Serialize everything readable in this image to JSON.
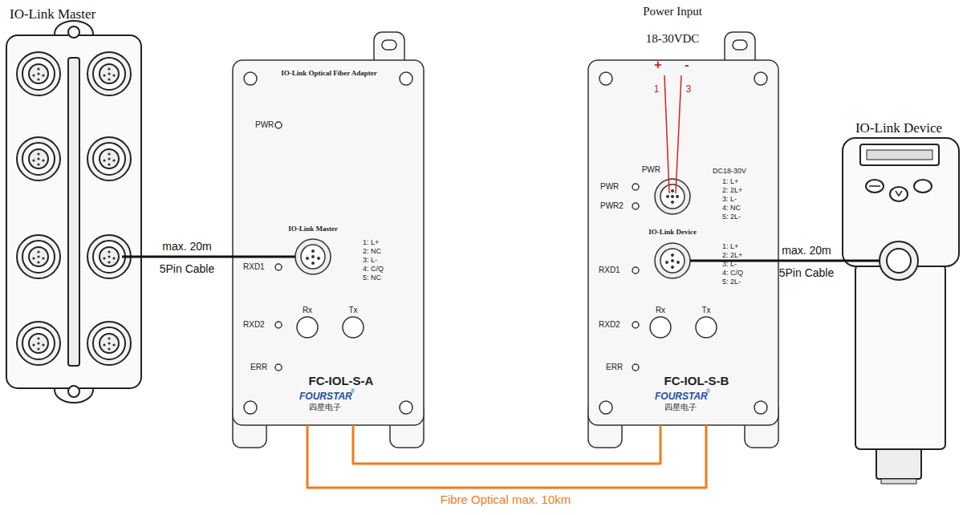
{
  "diagram": {
    "nodes": [
      {
        "text": [
          "IO-Link Master"
        ]
      },
      {
        "text": [
          "IO-Link Optical Fiber Adapter",
          "PWR",
          "RXD1",
          "IO-Link Master",
          "1: L+",
          "2: NC",
          "3: L-",
          "4: C/Q",
          "5: NC",
          "Rx",
          "Tx",
          "RXD2",
          "ERR",
          "FC-IOL-S-A",
          "FOURSTAR",
          "®",
          "四星电子"
        ]
      },
      {
        "text": [
          "PWR",
          "PWR2",
          "PWR",
          "DC18-30V",
          "1: L+",
          "2: 2L+",
          "3: L-",
          "4: NC",
          "5: 2L-",
          "IO-Link Device",
          "RXD1",
          "1: L+",
          "2: 2L+",
          "3: L-",
          "4: C/Q",
          "5: 2L-",
          "Rx",
          "Tx",
          "RXD2",
          "ERR",
          "FC-IOL-S-B",
          "FOURSTAR",
          "®",
          "四星电子"
        ]
      },
      {
        "text": [
          "IO-Link Device"
        ]
      }
    ],
    "edges": [
      {
        "from": 0,
        "to": 1,
        "arrow": "none"
      },
      {
        "from": 1,
        "to": 2,
        "arrow": "none"
      },
      {
        "from": 1,
        "to": 2,
        "arrow": "none"
      },
      {
        "from": 2,
        "to": 3,
        "arrow": "none"
      }
    ],
    "labels": [
      "Power Input",
      "18-30VDC",
      "+",
      "-",
      "1",
      "3",
      "max. 20m",
      "5Pin Cable",
      "max. 20m",
      "5Pin Cable",
      "Fibre Optical max. 10km"
    ]
  }
}
